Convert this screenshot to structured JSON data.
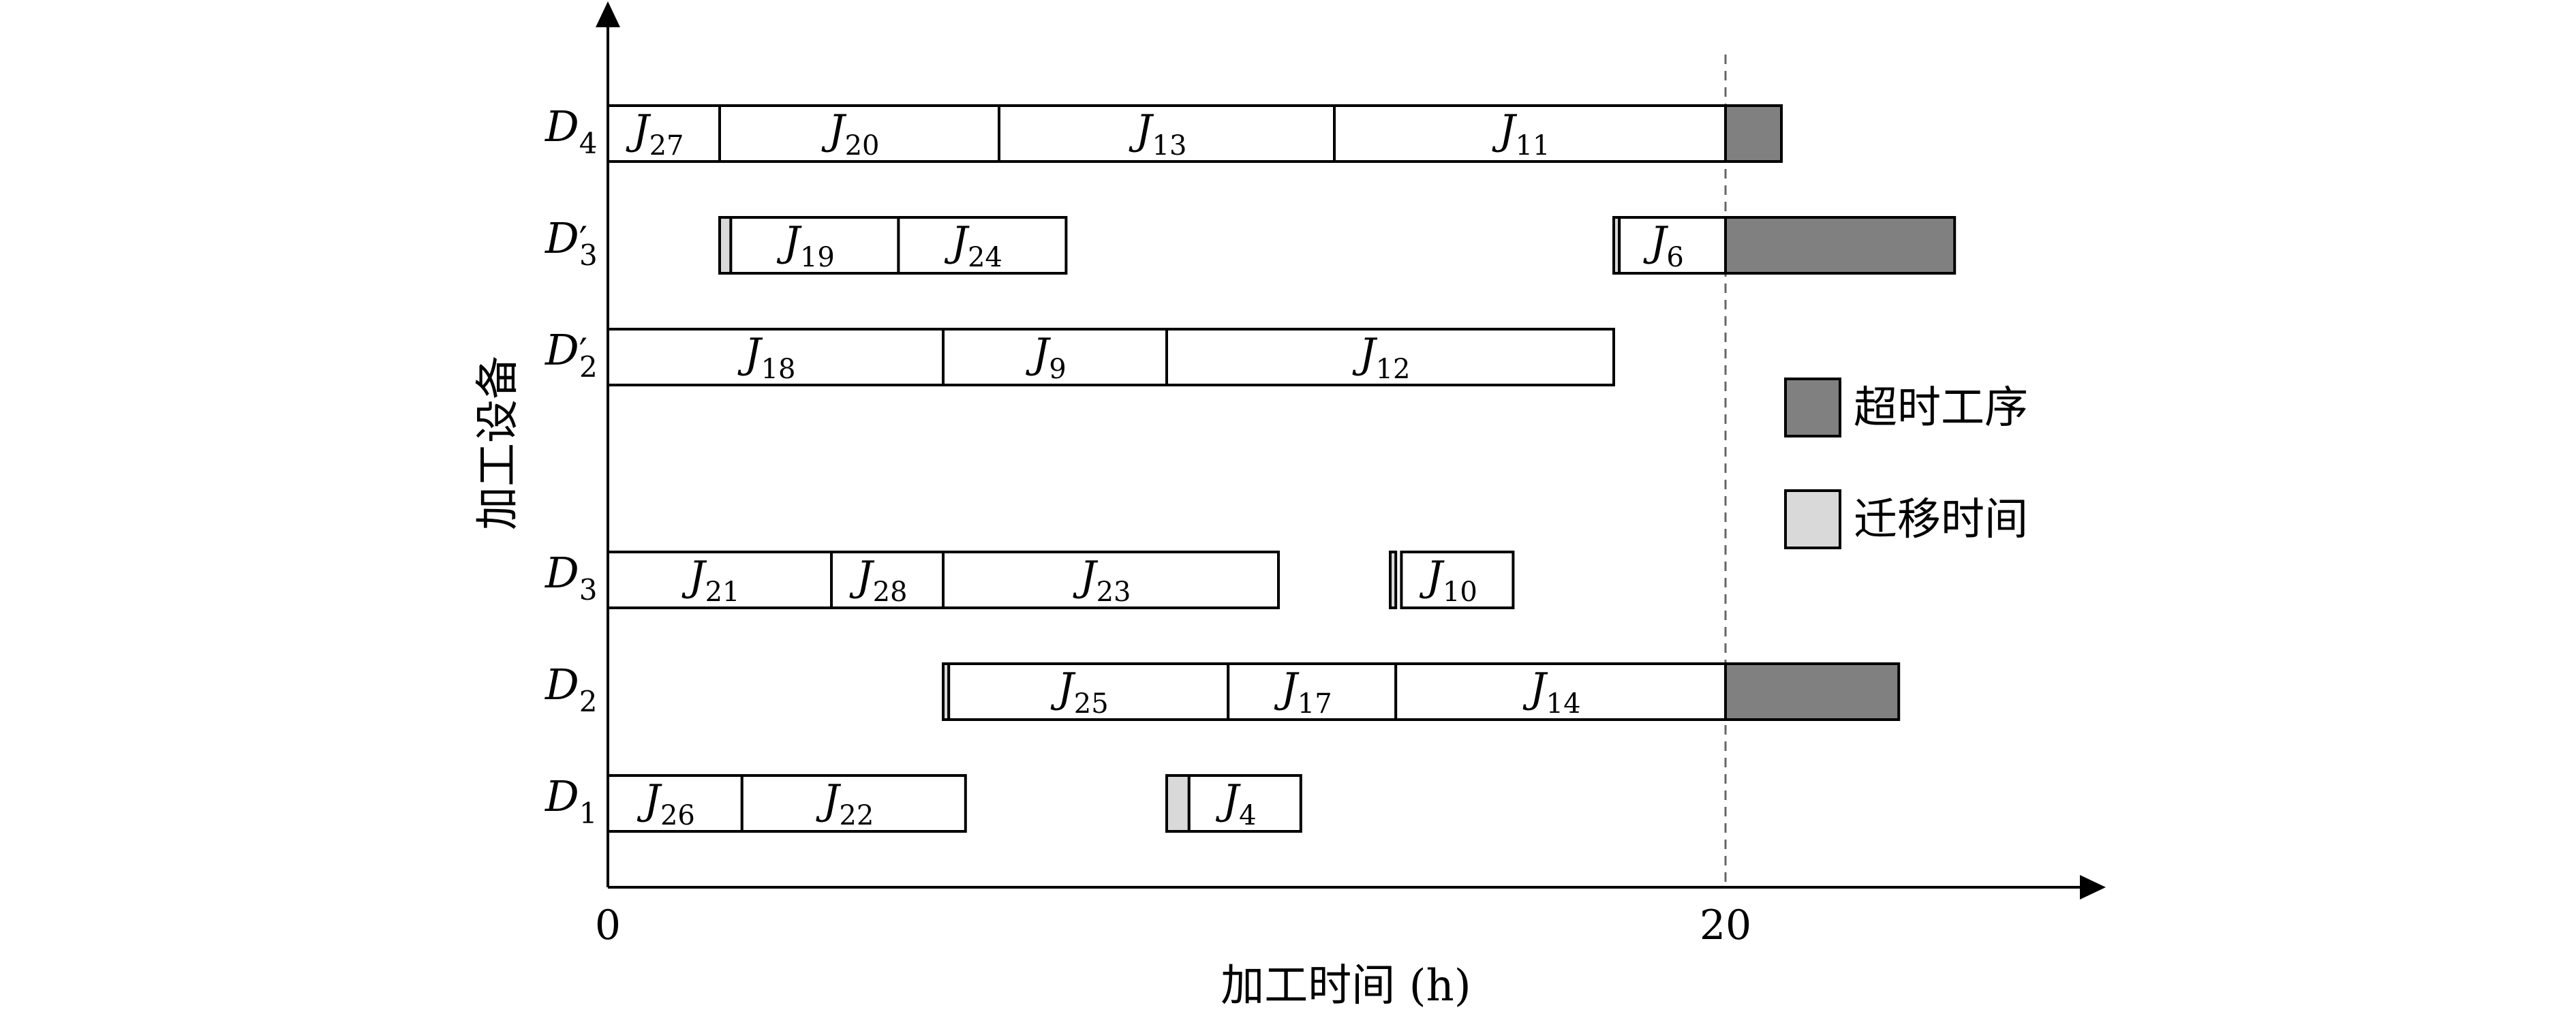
{
  "chart_data": {
    "type": "gantt",
    "title": "",
    "xlabel": "加工时间 (h)",
    "ylabel": "加工设备",
    "xlim": [
      0,
      27
    ],
    "x_ticks": [
      "0",
      "20"
    ],
    "x_tick_values": [
      0,
      20
    ],
    "deadline": 20,
    "rows": [
      {
        "id": "D4",
        "base": "D",
        "sub": "4",
        "prime": ""
      },
      {
        "id": "D3p",
        "base": "D",
        "sub": "3",
        "prime": "′"
      },
      {
        "id": "D2p",
        "base": "D",
        "sub": "2",
        "prime": "′"
      },
      {
        "id": "D3",
        "base": "D",
        "sub": "3",
        "prime": ""
      },
      {
        "id": "D2",
        "base": "D",
        "sub": "2",
        "prime": ""
      },
      {
        "id": "D1",
        "base": "D",
        "sub": "1",
        "prime": ""
      }
    ],
    "tasks": [
      {
        "row": "D4",
        "base": "J",
        "sub": "27",
        "start": 0.0,
        "end": 2.0
      },
      {
        "row": "D4",
        "base": "J",
        "sub": "20",
        "start": 2.0,
        "end": 7.0
      },
      {
        "row": "D4",
        "base": "J",
        "sub": "13",
        "start": 7.0,
        "end": 13.0
      },
      {
        "row": "D4",
        "base": "J",
        "sub": "11",
        "start": 13.0,
        "end": 20.0
      },
      {
        "row": "D3p",
        "base": "J",
        "sub": "19",
        "start": 2.2,
        "end": 5.2
      },
      {
        "row": "D3p",
        "base": "J",
        "sub": "24",
        "start": 5.2,
        "end": 8.2
      },
      {
        "row": "D3p",
        "base": "J",
        "sub": "6",
        "start": 18.1,
        "end": 20.0
      },
      {
        "row": "D2p",
        "base": "J",
        "sub": "18",
        "start": 0.0,
        "end": 6.0
      },
      {
        "row": "D2p",
        "base": "J",
        "sub": "9",
        "start": 6.0,
        "end": 10.0
      },
      {
        "row": "D2p",
        "base": "J",
        "sub": "12",
        "start": 10.0,
        "end": 18.0
      },
      {
        "row": "D3",
        "base": "J",
        "sub": "21",
        "start": 0.0,
        "end": 4.0
      },
      {
        "row": "D3",
        "base": "J",
        "sub": "28",
        "start": 4.0,
        "end": 6.0
      },
      {
        "row": "D3",
        "base": "J",
        "sub": "23",
        "start": 6.0,
        "end": 12.0
      },
      {
        "row": "D3",
        "base": "J",
        "sub": "10",
        "start": 14.2,
        "end": 16.2
      },
      {
        "row": "D2",
        "base": "J",
        "sub": "25",
        "start": 6.1,
        "end": 11.1
      },
      {
        "row": "D2",
        "base": "J",
        "sub": "17",
        "start": 11.1,
        "end": 14.1
      },
      {
        "row": "D2",
        "base": "J",
        "sub": "14",
        "start": 14.1,
        "end": 20.0
      },
      {
        "row": "D1",
        "base": "J",
        "sub": "26",
        "start": 0.0,
        "end": 2.4
      },
      {
        "row": "D1",
        "base": "J",
        "sub": "22",
        "start": 2.4,
        "end": 6.4
      },
      {
        "row": "D1",
        "base": "J",
        "sub": "4",
        "start": 10.4,
        "end": 12.4
      }
    ],
    "migrations": [
      {
        "row": "D3p",
        "start": 2.0,
        "end": 2.2
      },
      {
        "row": "D3p",
        "start": 18.0,
        "end": 18.1
      },
      {
        "row": "D3",
        "start": 14.0,
        "end": 14.1
      },
      {
        "row": "D2",
        "start": 6.0,
        "end": 6.1
      },
      {
        "row": "D1",
        "start": 10.0,
        "end": 10.4
      }
    ],
    "overtime": [
      {
        "row": "D4",
        "start": 20.0,
        "end": 21.0
      },
      {
        "row": "D3p",
        "start": 20.0,
        "end": 24.1
      },
      {
        "row": "D2",
        "start": 20.0,
        "end": 23.1
      }
    ],
    "legend": {
      "position": "right",
      "items": [
        {
          "key": "overtime",
          "label": "超时工序"
        },
        {
          "key": "migration",
          "label": "迁移时间"
        }
      ]
    }
  },
  "colors": {
    "overtime": "#808080",
    "migration": "#d9d9d9",
    "task": "#ffffff",
    "stroke": "#000000",
    "deadline": "#666666"
  }
}
